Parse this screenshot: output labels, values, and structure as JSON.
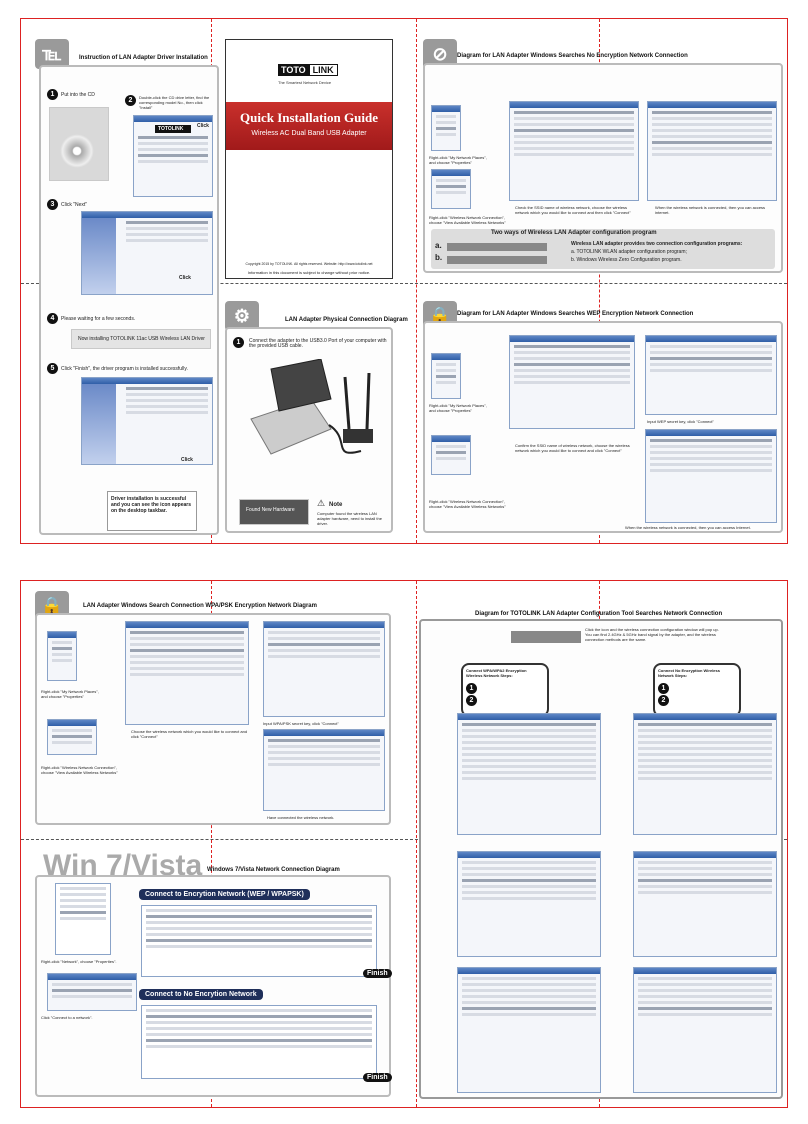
{
  "page1": {
    "driver_title": "Instruction of LAN Adapter Driver Installation",
    "step1": "Put into the CD",
    "step2": "Double-click the CD drive letter, find the corresponding model No., then click \"Install\"",
    "step3": "Click \"Next\"",
    "step4": "Please waiting for a few seconds.",
    "step4_bar": "Now installing TOTOLINK 11ac USB Wireless LAN Driver",
    "step5": "Click \"Finish\", the driver program is installed successfully.",
    "driver_note": "Driver installation is successful and you can see the icon appears on the desktop taskbar.",
    "brand_a": "TOTO",
    "brand_b": "LINK",
    "brand_tag": "The Smartest Network Device",
    "guide_title": "Quick Installation Guide",
    "guide_sub": "Wireless AC Dual Band USB Adapter",
    "copyright": "Copyright 2015 by TOTOLINK. All rights reserved. Website: http://www.totolink.net",
    "copyright2": "Information in this document is subject to change without prior notice.",
    "physical_title": "LAN Adapter Physical Connection Diagram",
    "physical_step": "Connect the adapter to the USB3.0 Port of your computer with the provided USB cable.",
    "found_hw": "Found New Hardware",
    "note_title": "Note",
    "note_text": "Computer found the wireless LAN adapter hardware, need to install the driver.",
    "no_enc_title": "Diagram for LAN Adapter Windows Searches No Encryption Network Connection",
    "right_click_network": "Right-click \"My Network Places\", and choose \"Properties\"",
    "right_click_wnc": "Right-click \"Wireless Network Connection\", choose \"View Available Wireless Networks\"",
    "check_ssid": "Check the SSID name of wireless network, choose the wireless network which you would like to connect and then click \"Connect\"",
    "connected_note": "When the wireless network is connected, then you can access internet.",
    "two_ways_title": "Two ways of Wireless LAN Adapter configuration program",
    "two_ways_head": "Wireless LAN adapter provides two connection configuration programs:",
    "two_ways_a": "a. TOTOLINK WLAN adapter configuration program;",
    "two_ways_b": "b. Windows Wireless Zero Configuration program.",
    "wep_title": "Diagram for LAN Adapter Windows Searches WEP Encryption Network Connection",
    "wep_confirm": "Confirm the SSID name of wireless network, choose the wireless network which you would like to connect and click \"Connect\"",
    "wep_input": "Input WEP secret key, click \"Connect\"",
    "wep_connected": "When the wireless network is connected, then you can access Internet."
  },
  "page2": {
    "wpa_title": "LAN Adapter Windows Search Connection WPA/PSK Encryption Network Diagram",
    "wpa_choose": "Choose the wireless network which you would like to connect and click \"Connect\"",
    "wpa_input": "Input WPA/PSK secret key, click \"Connect\"",
    "wpa_have": "Have connected the wireless network.",
    "tool_title": "Diagram for TOTOLINK LAN Adapter Configuration Tool Searches Network Connection",
    "tool_desc": "Click the icon and the wireless connection configuration window will pop up. You can find 2.4GHz & 5GHz band signal by the adapter, and the wireless connection methods are the same.",
    "tool_enc_title": "Connect WPA/WPA2 Encryption Wireless Network Steps:",
    "tool_noenc_title": "Connect No Encryption Wireless Network Steps:",
    "win7_title": "Win 7/Vista",
    "win7_sub": "Windows 7/Vista Network Connection Diagram",
    "win7_enc": "Connect to Encrytion Network (WEP / WPAPSK)",
    "win7_noenc": "Connect to No Encrytion Network",
    "win7_right_click": "Right-click \"Network\", choose \"Properties\".",
    "win7_click_connect": "Click \"Connect to a network\".",
    "finish": "Finish",
    "click": "Click"
  }
}
